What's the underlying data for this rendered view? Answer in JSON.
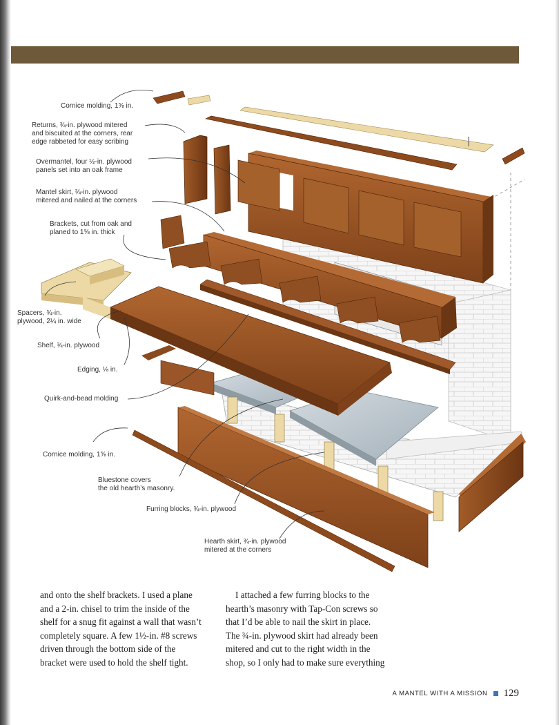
{
  "callouts": {
    "cornice_top": [
      "Cornice molding, 1⅝ in."
    ],
    "returns": [
      "Returns, ¾-in. plywood mitered",
      "and biscuited at the corners, rear",
      "edge rabbeted for easy scribing"
    ],
    "overmantel": [
      "Overmantel, four ½-in. plywood",
      "panels set into an oak frame"
    ],
    "mantel_skirt": [
      "Mantel skirt, ¾-in. plywood",
      "mitered and nailed at the corners"
    ],
    "brackets": [
      "Brackets, cut from oak and",
      "planed to 1⅝ in. thick"
    ],
    "spacers": [
      "Spacers, ¾-in.",
      "plywood, 2¼ in. wide"
    ],
    "shelf": [
      "Shelf, ¾-in. plywood"
    ],
    "edging": [
      "Edging, ⅛ in."
    ],
    "quirk_bead": [
      "Quirk-and-bead molding"
    ],
    "cornice_bottom": [
      "Cornice molding, 1⅝ in."
    ],
    "bluestone": [
      "Bluestone covers",
      "the old hearth’s masonry."
    ],
    "furring": [
      "Furring blocks, ¾-in. plywood"
    ],
    "hearth_skirt": [
      "Hearth skirt, ¾-in. plywood",
      "mitered at the corners"
    ]
  },
  "body": {
    "col1": [
      "and onto the shelf brackets. I used a plane",
      "and a 2-in. chisel to trim the inside of the",
      "shelf for a snug fit against a wall that wasn’t",
      "completely square. A few 1½-in. #8 screws",
      "driven through the bottom side of the",
      "bracket were used to hold the shelf tight."
    ],
    "col2": [
      "I attached a few furring blocks to the",
      "hearth’s masonry with Tap-Con screws so",
      "that I’d be able to nail the skirt in place.",
      "The ¾-in. plywood skirt had already been",
      "mitered and cut to the right width in the",
      "shop, so I only had to make sure everything"
    ]
  },
  "footer": {
    "title": "A MANTEL WITH A MISSION",
    "page_number": "129"
  },
  "colors": {
    "header_bar": "#6e5a3a",
    "wood": "#8f4f22",
    "wood_light": "#b36a34",
    "wood_dark": "#6a3614",
    "pale_wood": "#ecd9a6",
    "bluestone": "#b9c4cc",
    "brick": "#f3f3f3",
    "footer_square": "#3d73b8"
  }
}
